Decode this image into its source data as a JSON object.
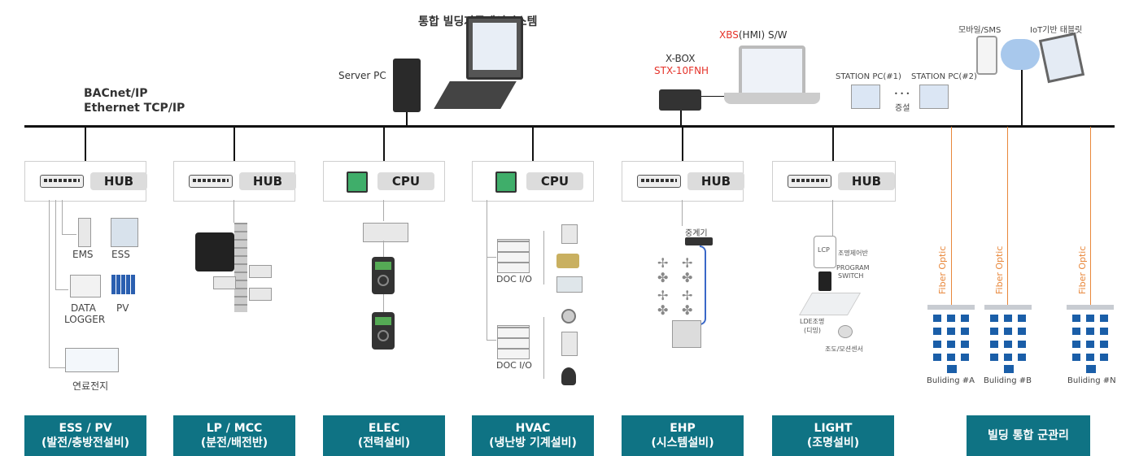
{
  "top": {
    "system_title": "통합 빌딩자동제어시스템",
    "server_pc": "Server PC",
    "xbox_label": "X-BOX",
    "xbox_model": "STX-10FNH",
    "xbs_prefix": "XBS",
    "xbs_suffix": "(HMI) S/W",
    "station1": "STATION PC(#1)",
    "station2": "STATION PC(#2)",
    "dots": "• • •",
    "expand": "증설",
    "mobile": "모바일/SMS",
    "iot": "IoT기반 태블릿",
    "network_line1": "BACnet/IP",
    "network_line2": "Ethernet TCP/IP"
  },
  "nodes": [
    {
      "device": "hub",
      "label": "HUB"
    },
    {
      "device": "hub",
      "label": "HUB"
    },
    {
      "device": "cpu",
      "label": "CPU"
    },
    {
      "device": "cpu",
      "label": "CPU"
    },
    {
      "device": "hub",
      "label": "HUB"
    },
    {
      "device": "hub",
      "label": "HUB"
    }
  ],
  "ess": {
    "ems": "EMS",
    "ess": "ESS",
    "datalogger1": "DATA",
    "datalogger2": "LOGGER",
    "pv": "PV",
    "fuelcell": "연료전지"
  },
  "hvac": {
    "doc1": "DOC I/O",
    "doc2": "DOC I/O"
  },
  "ehp": {
    "relay": "중계기"
  },
  "light": {
    "lcp": "LCP",
    "lcp_desc": "조명제어반",
    "program1": "PROGRAM",
    "program2": "SWITCH",
    "led1": "LDE조명",
    "led2": "(디밍)",
    "sensor": "조도/모션센서"
  },
  "fiber_label": "Fiber Optic",
  "buildings": [
    "Buliding #A",
    "Buliding #B",
    "Buliding #N"
  ],
  "categories": [
    {
      "line1": "ESS / PV",
      "line2": "(발전/충방전설비)"
    },
    {
      "line1": "LP / MCC",
      "line2": "(분전/배전반)"
    },
    {
      "line1": "ELEC",
      "line2": "(전력설비)"
    },
    {
      "line1": "HVAC",
      "line2": "(냉난방 기계설비)"
    },
    {
      "line1": "EHP",
      "line2": "(시스템설비)"
    },
    {
      "line1": "LIGHT",
      "line2": "(조명설비)"
    },
    {
      "line1": "빌딩 통합 군관리",
      "line2": ""
    }
  ],
  "colors": {
    "accent": "#0f7384",
    "fiber": "#e8873a",
    "highlight": "#e5332a",
    "building_window": "#1a5ea8"
  }
}
